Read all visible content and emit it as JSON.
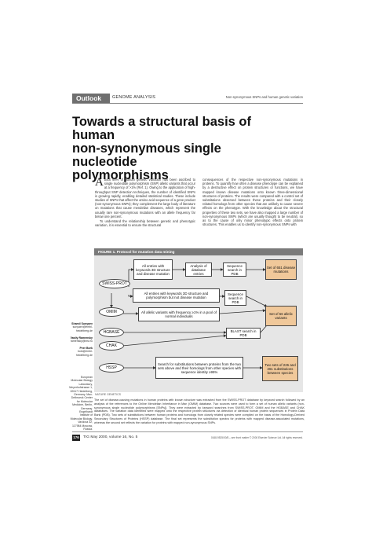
{
  "header": {
    "section": "Outlook",
    "category": "GENOME ANALYSIS",
    "running_title": "Non-synonymous SNPs and human genetic variation"
  },
  "title": {
    "line1": "Towards a structural basis of human",
    "line2": "non-synonymous single nucleotide",
    "line3": "polymorphisms"
  },
  "body": {
    "col1_dropcap": "A",
    "col1_p1": "bout 90% of human genetic variation has been ascribed to single nucleotide polymorphism (SNP) allelic variants that occur at a frequency of >1% (Ref. 1). Owing to the application of high-throughput SNP detection techniques, the number of identified SNPs is growing rapidly, enabling detailed statistical studies. These include studies of SNPs that affect the amino acid sequence of a gene product (non-synonymous SNPs); they complement the large body of literature on mutations that cause mendelian diseases, which represent the usually rare non-synonymous mutations with an allele frequency far below one percent.",
    "col1_p2": "To understand the relationship between genetic and phenotypic variation, it is essential to ensure the structural",
    "col2_p1": "consequences of the respective non-synonymous mutations in proteins. To quantify how often a disease phenotype can be explained by a destructive effect on protein structures or functions, we have mapped known disease mutations onto known three-dimensional structures of proteins. The results were compared with a control set of substitutions observed between these proteins and their closely related homologs from other species that are unlikely to cause severe effects on the phenotype. With the knowledge about the structural properties of these two sets, we have also mapped a large number of non-synonymous SNPs (which are usually thought to be neutral), so as to the cause of only minor phenotypic effects onto protein structures. This enables us to identify non-synonymous SNPs with"
  },
  "figure": {
    "bar_label": "FIGURE 1. Protocol for mutation data mining",
    "sources": {
      "swiss": "SWISS-PROT",
      "omim": "OMIM",
      "hgbase": "HGBASE",
      "chak": "CHAK",
      "hssp": "HSSP"
    },
    "boxes": {
      "b1": "All entries with keywords 3D structure and disease mutation",
      "b2": "Analysis of database entries",
      "b3": "Sequence search in PDB",
      "b4": "All entries with keywords 3D structure and polymorphism but not disease mutation",
      "b5": "Sequence search in PDB",
      "b6": "All allelic variants with frequency ≥1% in a pool of normal individuals",
      "b7": "BLAST search in PDB",
      "b8": "Search for substitutions between proteins from the two sets above and their homologs from other species with sequence identity ≥95%"
    },
    "results": {
      "r1": "Set of 651 disease mutations",
      "r2": "Set of 66 allelic variants",
      "r3": "Two sets of 226 and 261 substitutions between species"
    },
    "credit": "NATURE GENETICS"
  },
  "caption": "The set of disease-causing mutations in human proteins with known structure was extracted from the SWISS-PROT database by keyword search followed by an analysis of the references to the Online Mendelian Inheritance in Man (OMIM) database. Two sources were used to form a set of human allelic variants (non-synonymous single nucleotide polymorphisms [SNPs]). They were extracted by keyword searches from SWISS-PROT, OMIM and the HGBASE and CHAK databases. The variation data identified were mapped onto the respective protein structures via detection of identical human protein sequences in Protein Data Bank (PDB). Two sets of substitutions between human proteins and homologs from closely related species were compiled on the basis of the Homology-Derived Secondary Structures of Proteins (HSSP) database. The final set represents the substitution spectra for proteins with mapped disease-associated mutations, whereas the second set reflects the variation for proteins with mapped non-synonymous SNPs.",
  "authors": [
    {
      "name": "Shamil Sunyaev",
      "email": "sunyaev@embl-heidelberg.de"
    },
    {
      "name": "Vasily Ramensky",
      "email": "ramensky@inst.ru"
    },
    {
      "name": "Peer Bork",
      "email": "bork@embl-heidelberg.de"
    }
  ],
  "affiliations": "European Molecular Biology Laboratory, Meyerhofstrasse 1, 69117 Heidelberg, Germany. Max-Delbrueck Center for Molecular Medicine, Berlin, Germany. Engelhardt Institute of Molecular Biology, Vavilova 32, 117984 Moscow, Russia.",
  "footer": {
    "page": "176",
    "issue": "TIG May 2000, volume 16, No. 5",
    "right": "0168-9525/00/$ – see front matter © 2000 Elsevier Science Ltd. All rights reserved."
  }
}
